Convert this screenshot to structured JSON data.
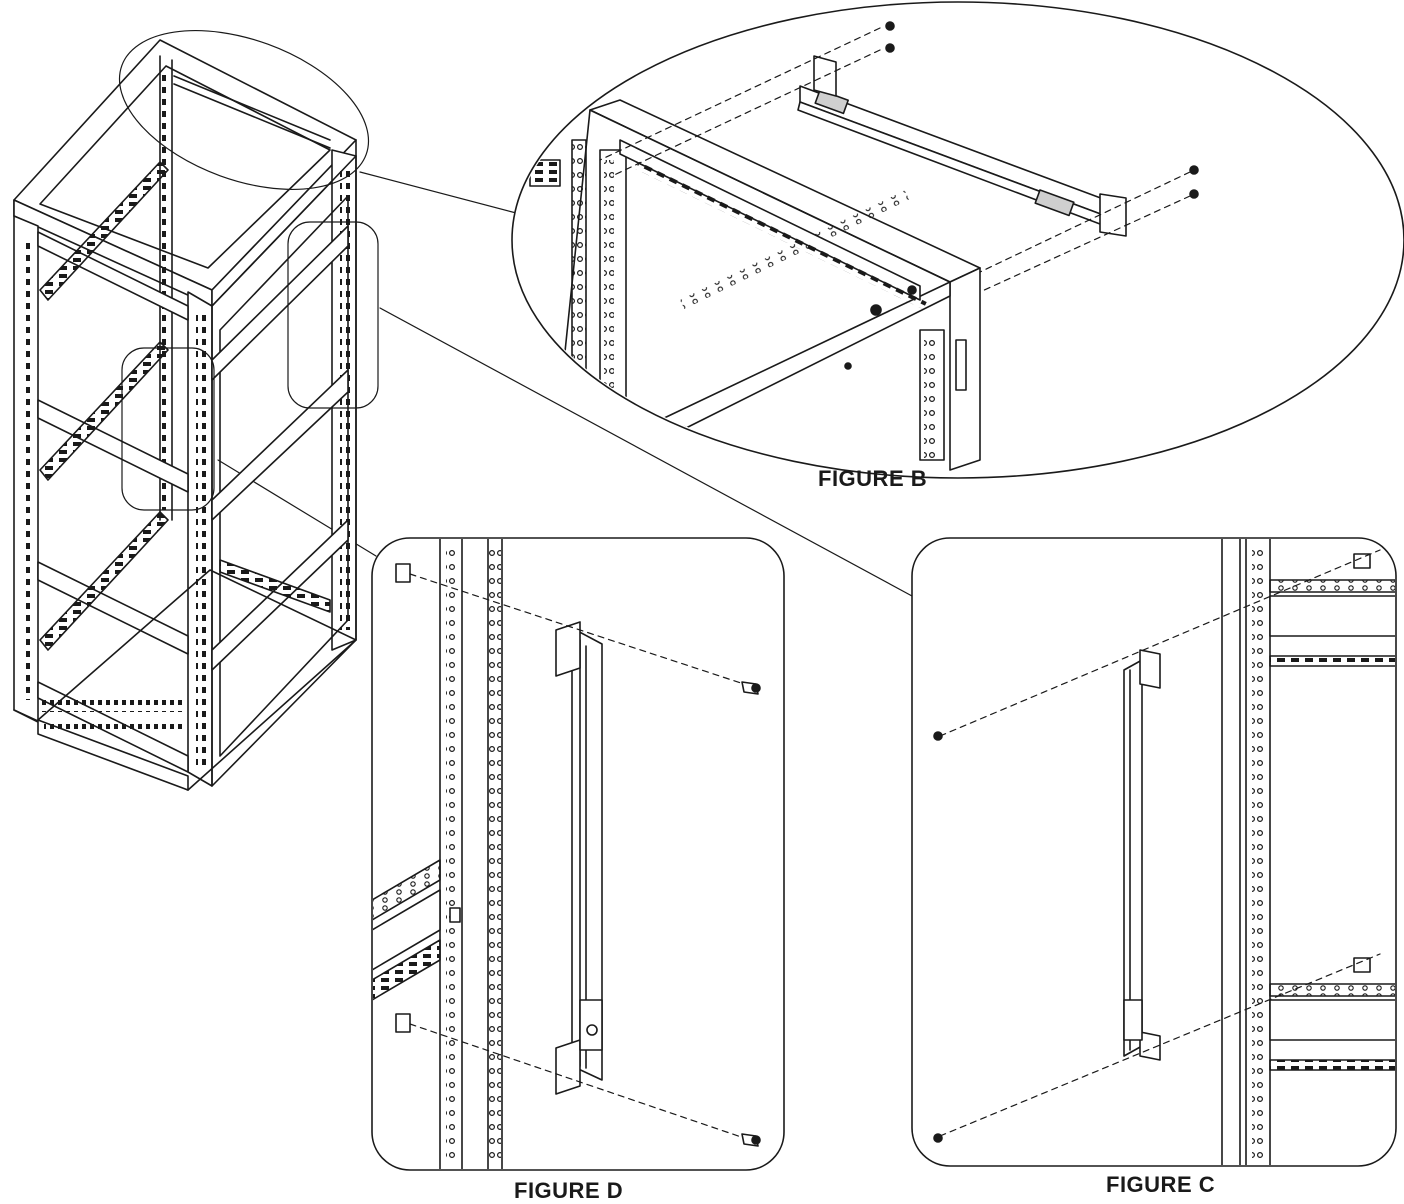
{
  "figures": {
    "figure_b": {
      "label": "FIGURE B"
    },
    "figure_c": {
      "label": "FIGURE C"
    },
    "figure_d": {
      "label": "FIGURE D"
    }
  },
  "colors": {
    "line": "#1a1a1a",
    "panel_fill": "#ffffff",
    "shade": "#cfcfcf"
  }
}
